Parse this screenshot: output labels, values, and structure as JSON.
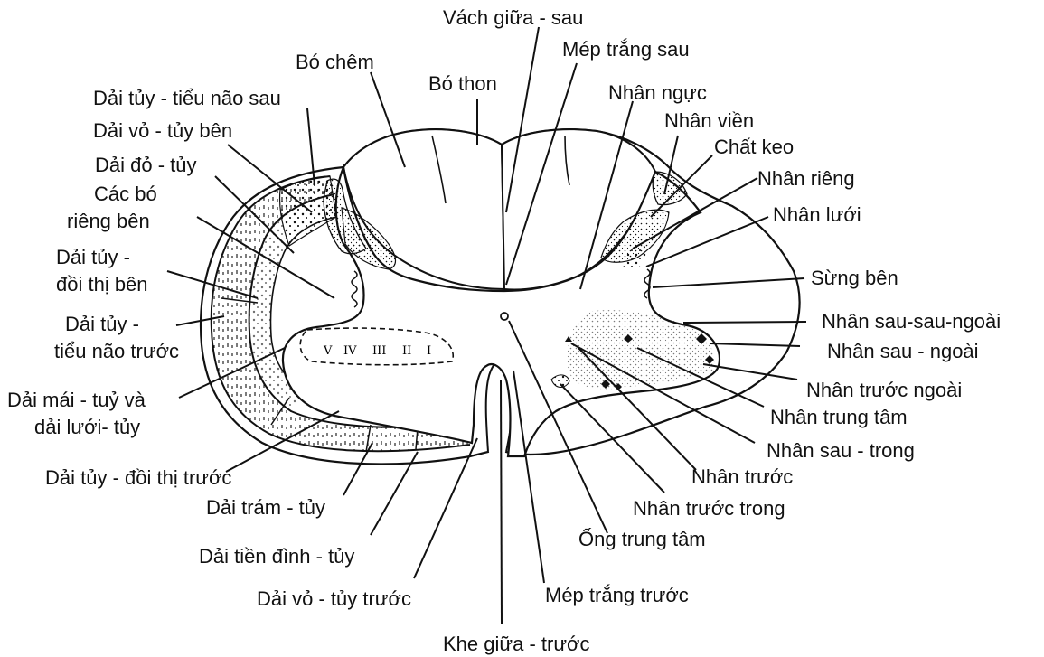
{
  "labels": {
    "vach_giua_sau": "Vách giữa - sau",
    "mep_trang_sau": "Mép trắng sau",
    "bo_chem": "Bó chêm",
    "bo_thon": "Bó thon",
    "dai_tuy_tieu_nao_sau": "Dải tủy - tiểu não sau",
    "dai_vo_tuy_ben": "Dải vỏ - tủy bên",
    "dai_do_tuy": "Dải đỏ - tủy",
    "cac_bo_rieng_ben_1": "Các bó",
    "cac_bo_rieng_ben_2": "riêng bên",
    "dai_tuy_doi_thi_ben_1": "Dải tủy -",
    "dai_tuy_doi_thi_ben_2": "đồi thị bên",
    "dai_tuy_tieu_nao_truoc_1": "Dải tủy -",
    "dai_tuy_tieu_nao_truoc_2": "tiểu não trước",
    "dai_mai_tuy_1": "Dải mái - tuỷ và",
    "dai_mai_tuy_2": "dải lưới-  tủy",
    "dai_tuy_doi_thi_truoc": "Dải tủy - đồi thị trước",
    "dai_tram_tuy": "Dải trám - tủy",
    "dai_tien_dinh_tuy": "Dải tiền đình - tủy",
    "dai_vo_tuy_truoc": "Dải vỏ - tủy trước",
    "khe_giua_truoc": "Khe giữa - trước",
    "mep_trang_truoc": "Mép trắng trước",
    "ong_trung_tam": "Ống trung tâm",
    "nhan_truoc_trong": "Nhân trước trong",
    "nhan_truoc": "Nhân trước",
    "nhan_sau_trong": "Nhân sau - trong",
    "nhan_trung_tam": "Nhân trung tâm",
    "nhan_truoc_ngoai": "Nhân trước ngoài",
    "nhan_sau_ngoai": "Nhân sau - ngoài",
    "nhan_sau_sau_ngoai": "Nhân sau-sau-ngoài",
    "sung_ben": "Sừng bên",
    "nhan_luoi": "Nhân lưới",
    "nhan_rieng": "Nhân riêng",
    "chat_keo": "Chất keo",
    "nhan_vien": "Nhân viền",
    "nhan_nguc": "Nhân ngực"
  },
  "lamina_numerals": [
    "V",
    "IV",
    "III",
    "II",
    "I"
  ],
  "style": {
    "ink": "#111111",
    "background": "#ffffff"
  }
}
